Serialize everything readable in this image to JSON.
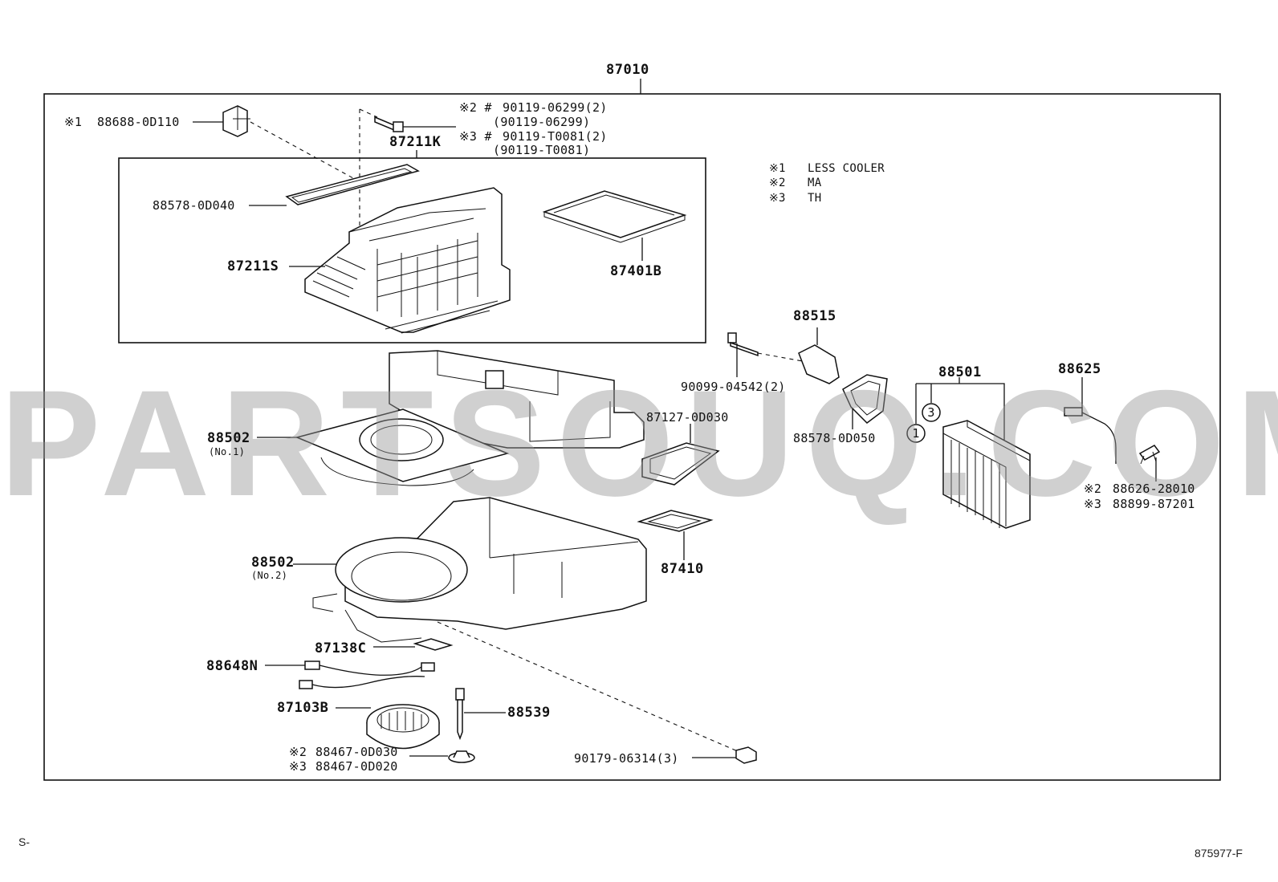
{
  "assembly": "87010",
  "subassembly": "87211K",
  "labels": {
    "p88688": "88688-0D110",
    "p90119a": "90119-06299(2)",
    "p90119b": "(90119-06299)",
    "p90119c": "90119-T0081(2)",
    "p90119d": "(90119-T0081)",
    "p88578a": "88578-0D040",
    "p87211s": "87211S",
    "p87401b": "87401B",
    "p88515": "88515",
    "p90099": "90099-04542(2)",
    "p88501": "88501",
    "p88625": "88625",
    "p87127": "87127-0D030",
    "p88578b": "88578-0D050",
    "p88502a": "88502",
    "p88502a_sub": "(No.1)",
    "p88502b": "88502",
    "p88502b_sub": "(No.2)",
    "p88626": "88626-28010",
    "p88899": "88899-87201",
    "p87410": "87410",
    "p87138c": "87138C",
    "p88648n": "88648N",
    "p87103b": "87103B",
    "p88539": "88539",
    "p88467a": "88467-0D030",
    "p88467b": "88467-0D020",
    "p90179": "90179-06314(3)"
  },
  "marks": {
    "ref1": "※1",
    "ref2": "※2",
    "ref3": "※3",
    "ref2h": "※2 #",
    "ref3h": "※3 #",
    "circle1": "1",
    "circle3": "3"
  },
  "legend": [
    {
      "mark": "※1",
      "text": "LESS COOLER"
    },
    {
      "mark": "※2",
      "text": "MA"
    },
    {
      "mark": "※3",
      "text": "TH"
    }
  ],
  "corner": {
    "left": "S-",
    "right": "875977-F"
  },
  "watermark": "PARTSOUQ.COM"
}
